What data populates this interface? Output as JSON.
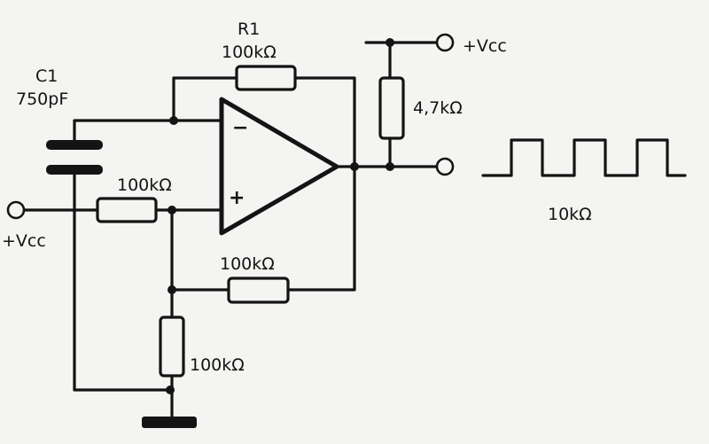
{
  "labels": {
    "c1_name": "C1",
    "c1_value": "750pF",
    "r1_name": "R1",
    "r1_value": "100kΩ",
    "r_input": "100kΩ",
    "r_lower_feedback": "100kΩ",
    "r_bottom": "100kΩ",
    "r_pullup": "4,7kΩ",
    "frequency": "10kΩ",
    "vcc_top": "+Vcc",
    "vcc_left": "+Vcc"
  },
  "opamp": {
    "inverting_sign": "−",
    "noninverting_sign": "+"
  }
}
